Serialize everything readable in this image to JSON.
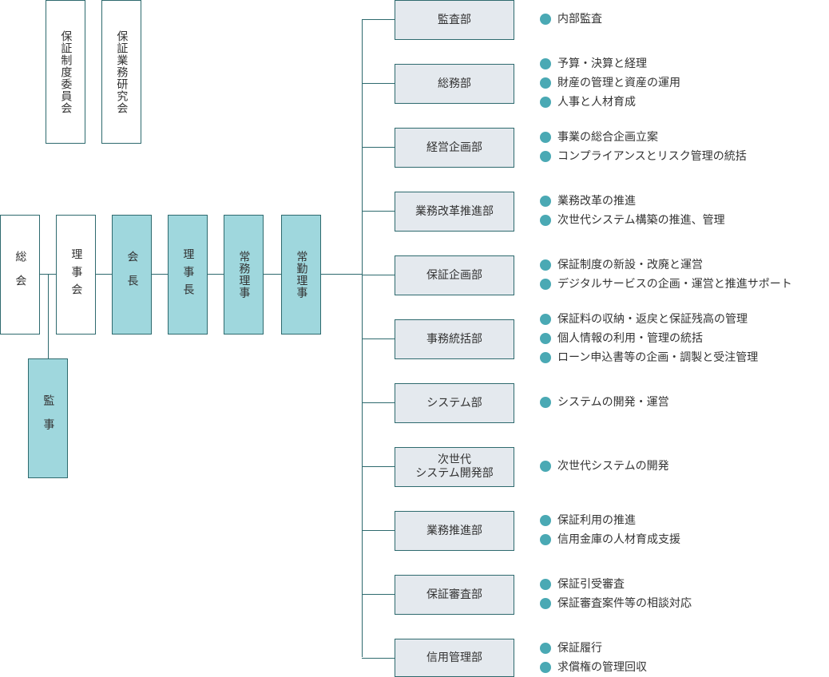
{
  "committees": [
    {
      "id": "guarantee-system-committee",
      "label": "保証制度委員会"
    },
    {
      "id": "guarantee-business-study-group",
      "label": "保証業務研究会"
    }
  ],
  "governance": {
    "general_meeting": "総会",
    "board": "理事会",
    "auditor": "監事",
    "chairman": "会長",
    "president": "理事長",
    "managing_director": "常務理事",
    "full_time_director": "常勤理事"
  },
  "departments": [
    {
      "name": "監査部",
      "duties": [
        "内部監査"
      ]
    },
    {
      "name": "総務部",
      "duties": [
        "予算・決算と経理",
        "財産の管理と資産の運用",
        "人事と人材育成"
      ]
    },
    {
      "name": "経営企画部",
      "duties": [
        "事業の総合企画立案",
        "コンプライアンスとリスク管理の統括"
      ]
    },
    {
      "name": "業務改革推進部",
      "duties": [
        "業務改革の推進",
        "次世代システム構築の推進、管理"
      ]
    },
    {
      "name": "保証企画部",
      "duties": [
        "保証制度の新設・改廃と運営",
        "デジタルサービスの企画・運営と推進サポート"
      ]
    },
    {
      "name": "事務統括部",
      "duties": [
        "保証料の収納・返戻と保証残高の管理",
        "個人情報の利用・管理の統括",
        "ローン申込書等の企画・調製と受注管理"
      ]
    },
    {
      "name": "システム部",
      "duties": [
        "システムの開発・運営"
      ]
    },
    {
      "name": "次世代\nシステム開発部",
      "duties": [
        "次世代システムの開発"
      ]
    },
    {
      "name": "業務推進部",
      "duties": [
        "保証利用の推進",
        "信用金庫の人材育成支援"
      ]
    },
    {
      "name": "保証審査部",
      "duties": [
        "保証引受審査",
        "保証審査案件等の相談対応"
      ]
    },
    {
      "name": "信用管理部",
      "duties": [
        "保証履行",
        "求償権の管理回収"
      ]
    }
  ],
  "colors": {
    "line": "#2e6a6e",
    "teal_box": "#9fd7dd",
    "dept_box": "#e4e9ee",
    "bullet": "#4aa9b4"
  }
}
